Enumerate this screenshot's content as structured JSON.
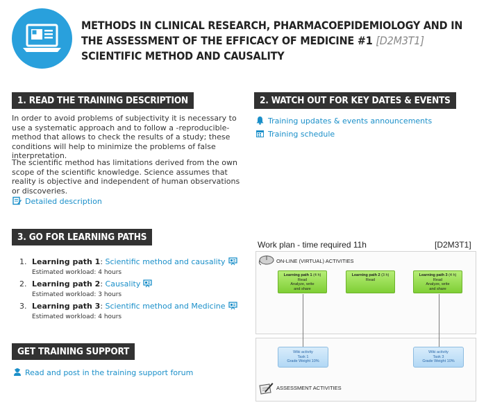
{
  "header": {
    "title": "METHODS IN CLINICAL RESEARCH, PHARMACOEPIDEMIOLOGY AND IN THE ASSESSMENT OF THE EFFICACY OF MEDICINE #1",
    "code": "[D2M3T1]",
    "subtitle": "SCIENTIFIC METHOD AND CAUSALITY"
  },
  "section1": {
    "heading": "1. READ THE TRAINING DESCRIPTION",
    "paragraph1": "In order to avoid problems of subjectivity it is necessary to use a systematic approach and to follow a -reproducible- method that allows to check the results of a study; these conditions will help to minimize the problems of false interpretation.",
    "paragraph2": "The scientific method has limitations derived from the own scope of the scientific knowledge. Science assumes that reality is objective and independent of human observations or discoveries.",
    "detail_link": "Detailed description"
  },
  "section2": {
    "heading": "2. WATCH OUT FOR KEY DATES & EVENTS",
    "links": [
      "Training updates & events announcements",
      "Training schedule"
    ]
  },
  "section3": {
    "heading": "3. GO FOR LEARNING PATHS",
    "paths": [
      {
        "num": "1.",
        "label": "Learning path 1",
        "sep": ": ",
        "link": "Scientific method and causality",
        "workload": "Estimated workload: 4 hours"
      },
      {
        "num": "2.",
        "label": "Learning path 2",
        "sep": ": ",
        "link": "Causality",
        "workload": "Estimated workload: 3 hours"
      },
      {
        "num": "3.",
        "label": "Learning path 3",
        "sep": ": ",
        "link": "Scientific method and Medicine",
        "workload": "Estimated workload: 4 hours"
      }
    ]
  },
  "support": {
    "heading": "GET TRAINING SUPPORT",
    "link": "Read and post in the training support forum"
  },
  "workplan": {
    "title": "Work plan - time required 11h",
    "code": "[D2M3T1]",
    "online_label": "ON-LINE (VIRTUAL) ACTIVITIES",
    "assessment_label": "ASSESSMENT ACTIVITIES",
    "boxes": [
      {
        "title": "Learning path 1",
        "hours": "(4 h)",
        "lines": [
          "Read",
          "Analyze, write",
          "and share"
        ]
      },
      {
        "title": "Learning path 2",
        "hours": "(3 h)",
        "lines": [
          "Read"
        ]
      },
      {
        "title": "Learning path 3",
        "hours": "(4 h)",
        "lines": [
          "Read",
          "Analyze, write",
          "and share"
        ]
      }
    ],
    "tasks": [
      {
        "title": "Wiki activity",
        "task": "Task 1",
        "weight": "Grade Weight 10%"
      },
      {
        "title": "Wiki activity",
        "task": "Task 3",
        "weight": "Grade Weight 10%"
      }
    ]
  },
  "colors": {
    "accent": "#29a0dc",
    "link": "#1a8fc9",
    "heading_bg": "#323232",
    "green_box": "#8fd844",
    "blue_box": "#c5e2f8"
  },
  "icons": [
    "presentation-icon",
    "bell-icon",
    "calendar-icon",
    "edit-icon",
    "support-icon",
    "mouse-icon",
    "pen-paper-icon"
  ]
}
